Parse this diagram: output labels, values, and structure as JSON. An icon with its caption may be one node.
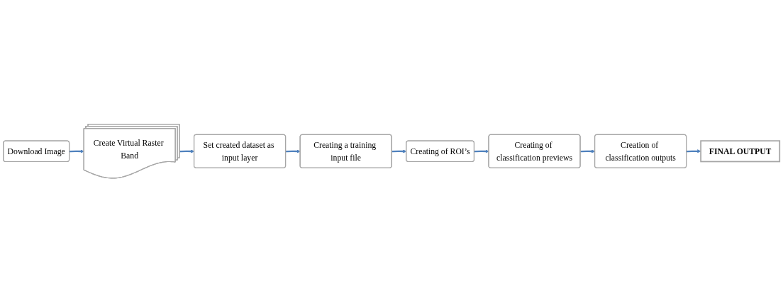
{
  "diagram": {
    "nodes": [
      {
        "text": [
          "Download Image"
        ]
      },
      {
        "text": [
          "Create Virtual Raster Band"
        ]
      },
      {
        "text": [
          "Set created dataset as input layer"
        ]
      },
      {
        "text": [
          "Creating a training input file"
        ]
      },
      {
        "text": [
          "Creating of ROI’s"
        ]
      },
      {
        "text": [
          "Creating of classification previews"
        ]
      },
      {
        "text": [
          "Creation of classification outputs"
        ]
      },
      {
        "text": [
          "FINAL OUTPUT"
        ]
      }
    ],
    "edges": [
      {
        "from": 0,
        "to": 1,
        "arrow": "to"
      },
      {
        "from": 1,
        "to": 2,
        "arrow": "to"
      },
      {
        "from": 2,
        "to": 3,
        "arrow": "to"
      },
      {
        "from": 3,
        "to": 4,
        "arrow": "to"
      },
      {
        "from": 4,
        "to": 5,
        "arrow": "to"
      },
      {
        "from": 5,
        "to": 6,
        "arrow": "to"
      },
      {
        "from": 6,
        "to": 7,
        "arrow": "to"
      }
    ]
  }
}
